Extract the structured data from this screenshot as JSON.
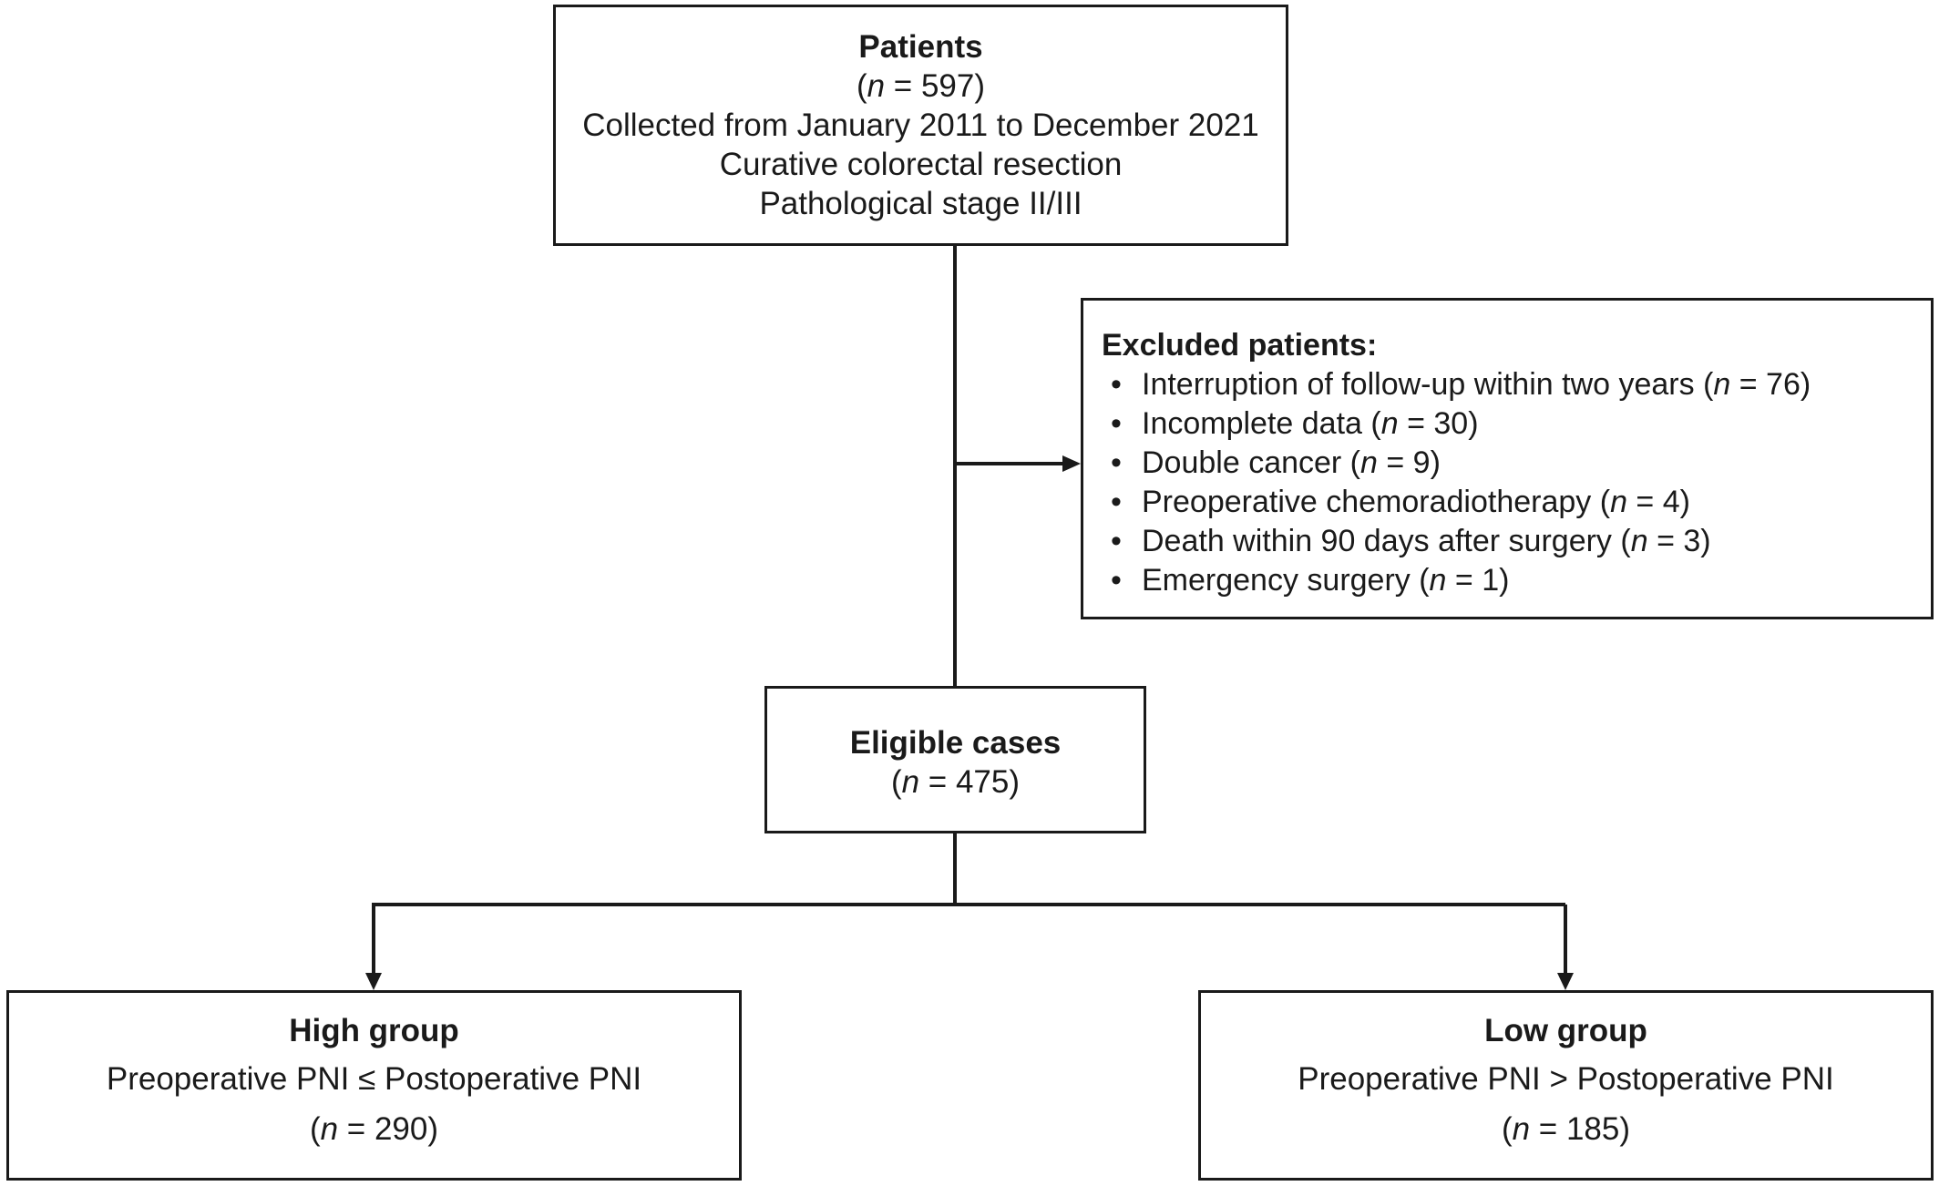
{
  "patients": {
    "title": "Patients",
    "n_var": "n",
    "n_value": " = 597)",
    "lines": [
      "Collected from January 2011 to December 2021",
      "Curative colorectal resection",
      "Pathological stage II/III"
    ]
  },
  "excluded": {
    "title": "Excluded patients:",
    "items": [
      {
        "label": "Interruption of follow-up within two years (",
        "n_var": "n",
        "n_value": " = 76)"
      },
      {
        "label": "Incomplete data (",
        "n_var": "n",
        "n_value": " = 30)"
      },
      {
        "label": "Double cancer (",
        "n_var": "n",
        "n_value": " = 9)"
      },
      {
        "label": "Preoperative chemoradiotherapy (",
        "n_var": "n",
        "n_value": " = 4)"
      },
      {
        "label": "Death within 90 days after surgery (",
        "n_var": "n",
        "n_value": " = 3)"
      },
      {
        "label": "Emergency surgery (",
        "n_var": "n",
        "n_value": " = 1)"
      }
    ]
  },
  "eligible": {
    "title": "Eligible cases",
    "n_var": "n",
    "n_value": " = 475)"
  },
  "high_group": {
    "title": "High group",
    "criteria": "Preoperative PNI ≤ Postoperative PNI",
    "n_var": "n",
    "n_value": " = 290)"
  },
  "low_group": {
    "title": "Low group",
    "criteria": "Preoperative PNI > Postoperative PNI",
    "n_var": "n",
    "n_value": " = 185)"
  }
}
